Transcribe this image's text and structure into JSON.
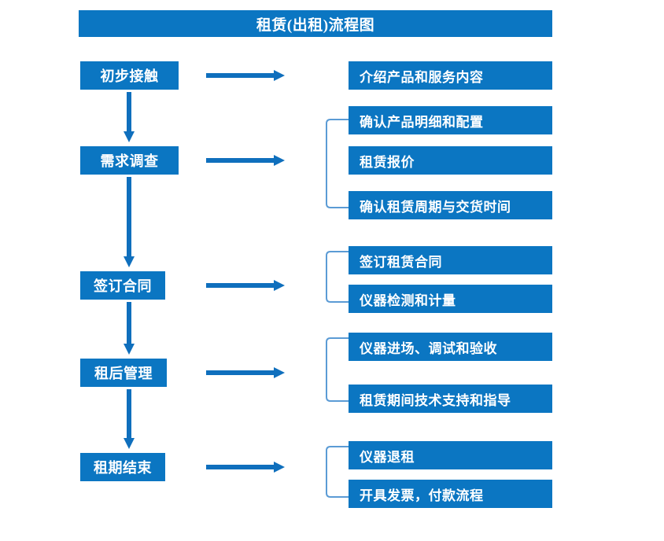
{
  "title": {
    "text": "租赁(出租)流程图"
  },
  "colors": {
    "box_fill": "#0b76c2",
    "box_text": "#ffffff",
    "arrow": "#0f6fbd",
    "bracket": "#5b9bd5",
    "page_background": "#ffffff"
  },
  "stages": [
    {
      "label": "初步接触"
    },
    {
      "label": "需求调查"
    },
    {
      "label": "签订合同"
    },
    {
      "label": "租后管理"
    },
    {
      "label": "租期结束"
    }
  ],
  "details": [
    {
      "label": "介绍产品和服务内容"
    },
    {
      "label": "确认产品明细和配置"
    },
    {
      "label": "租赁报价"
    },
    {
      "label": "确认租赁周期与交货时间"
    },
    {
      "label": "签订租赁合同"
    },
    {
      "label": "仪器检测和计量"
    },
    {
      "label": "仪器进场、调试和验收"
    },
    {
      "label": "租赁期间技术支持和指导"
    },
    {
      "label": "仪器退租"
    },
    {
      "label": "开具发票，付款流程"
    }
  ],
  "connectors": {
    "stage_arrows": [
      "stage-1-to-2",
      "stage-2-to-3",
      "stage-3-to-4",
      "stage-4-to-5"
    ],
    "branch_arrows": [
      "branch-1",
      "branch-2",
      "branch-3",
      "branch-4",
      "branch-5"
    ],
    "brackets": [
      "bracket-group-2",
      "bracket-group-3",
      "bracket-group-4",
      "bracket-group-5"
    ]
  }
}
